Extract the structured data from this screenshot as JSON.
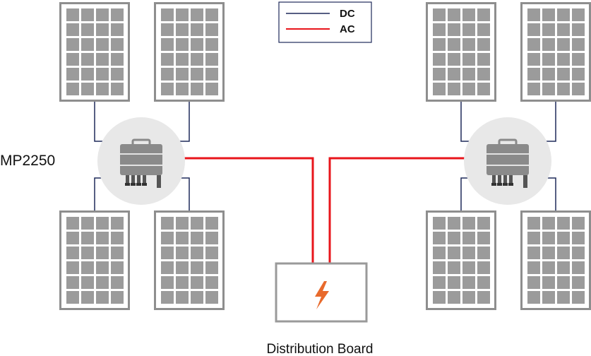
{
  "legend": {
    "dc_label": "DC",
    "ac_label": "AC"
  },
  "inverter_label": "MP2250",
  "board_label": "Distribution Board",
  "colors": {
    "dc_line": "#1f2a5a",
    "ac_line": "#e8151b",
    "panel_frame": "#8e8e8e",
    "panel_cell": "#9b9b9b",
    "inverter_circle": "#e8e8e8",
    "inverter_body": "#8a8a8a",
    "board_border": "#9a9a9a",
    "lightning": "#e86a2c"
  },
  "icons": {
    "board_icon": "lightning-icon",
    "inverter_icon": "microinverter-icon",
    "panel_icon": "solar-panel-icon"
  }
}
